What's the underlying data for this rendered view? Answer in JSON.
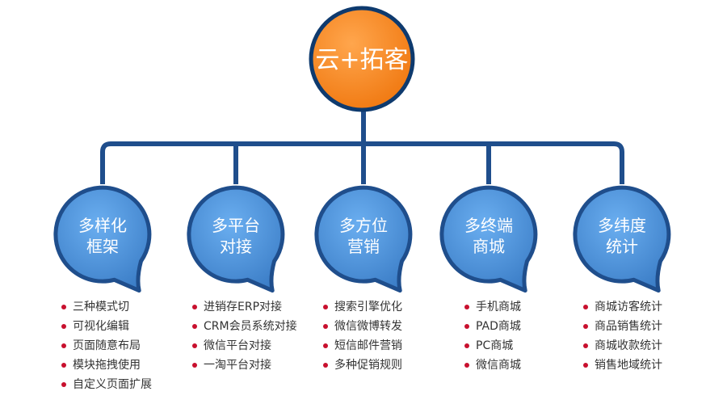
{
  "root": {
    "label": "云+拓客",
    "color": "#f58220",
    "border_color": "#0e3a6e"
  },
  "line_color": "#1f4e8c",
  "bubble_color": "#4a90d9",
  "bubble_border": "#1f4e8c",
  "bullet_color": "#c8102e",
  "branches": [
    {
      "lines": [
        "多样化",
        "框架"
      ],
      "items": [
        "三种模式切",
        "可视化编辑",
        "页面随意布局",
        "模块拖拽使用",
        "自定义页面扩展"
      ]
    },
    {
      "lines": [
        "多平台",
        "对接"
      ],
      "items": [
        "进销存ERP对接",
        "CRM会员系统对接",
        "微信平台对接",
        "一淘平台对接"
      ]
    },
    {
      "lines": [
        "多方位",
        "营销"
      ],
      "items": [
        "搜索引擎优化",
        "微信微博转发",
        "短信邮件营销",
        "多种促销规则"
      ]
    },
    {
      "lines": [
        "多终端",
        "商城"
      ],
      "items": [
        "手机商城",
        "PAD商城",
        "PC商城",
        "微信商城"
      ]
    },
    {
      "lines": [
        "多纬度",
        "统计"
      ],
      "items": [
        "商城访客统计",
        "商品销售统计",
        "商城收款统计",
        "销售地域统计"
      ]
    }
  ]
}
